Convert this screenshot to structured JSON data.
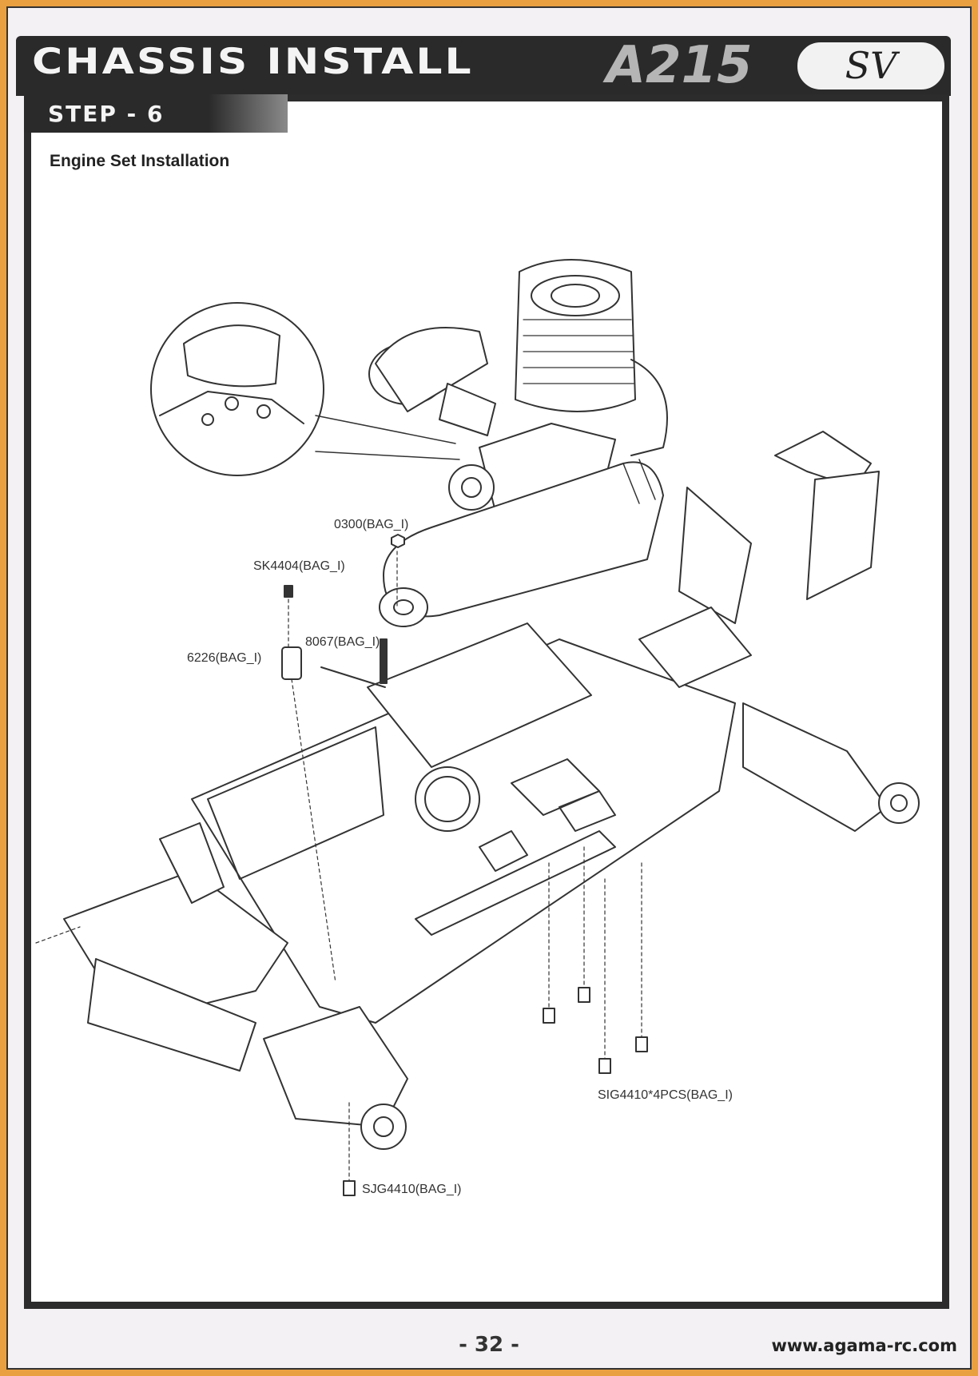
{
  "header": {
    "section_title": "CHASSIS INSTALL",
    "model": "A215",
    "model_badge": "SV",
    "step_label": "STEP - 6"
  },
  "content": {
    "heading": "Engine Set Installation"
  },
  "callouts": {
    "nut": "0300(BAG_I)",
    "set_screw": "SK4404(BAG_I)",
    "collar": "6226(BAG_I)",
    "pin": "8067(BAG_I)",
    "bottom_screws": "SIG4410*4PCS(BAG_I)",
    "front_screw": "SJG4410(BAG_I)"
  },
  "footer": {
    "page_number": "- 32 -",
    "website": "www.agama-rc.com"
  },
  "colors": {
    "border_accent": "#e8a040",
    "header_dark": "#2a2a2a",
    "line_art": "#333333"
  }
}
